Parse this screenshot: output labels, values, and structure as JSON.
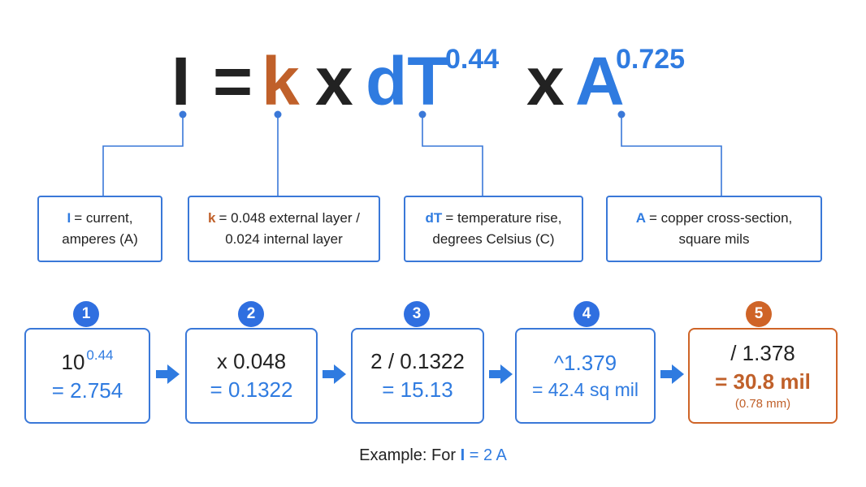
{
  "colors": {
    "blue": "#2f7be0",
    "orange": "#c0602a",
    "dark": "#222222",
    "line": "#3a78d8"
  },
  "formula": {
    "I": "I",
    "eq": "=",
    "k": "k",
    "x1": "x",
    "dT": "dT",
    "exp1": "0.44",
    "x2": "x",
    "A": "A",
    "exp2": "0.725"
  },
  "definitions": [
    {
      "symbol": "I",
      "text1": "= current,",
      "text2": "amperes (A)"
    },
    {
      "symbol": "k",
      "text1": "= 0.048 external layer /",
      "text2": "0.024 internal layer"
    },
    {
      "symbol": "dT",
      "text1": "= temperature rise,",
      "text2": "degrees Celsius (C)"
    },
    {
      "symbol": "A",
      "text1": "=  copper cross-section,",
      "text2": "square mils"
    }
  ],
  "steps": [
    {
      "number": "1",
      "line1": "10",
      "line1_sup": "0.44",
      "line2": "= 2.754"
    },
    {
      "number": "2",
      "line1": "x 0.048",
      "line2": "= 0.1322"
    },
    {
      "number": "3",
      "line1": "2 / 0.1322",
      "line2": "= 15.13"
    },
    {
      "number": "4",
      "line1": "^1.379",
      "line2": "= 42.4 sq mil"
    },
    {
      "number": "5",
      "line1": "/ 1.378",
      "line2": "= 30.8 mil",
      "line3": "(0.78 mm)"
    }
  ],
  "example": {
    "prefix": "Example: For",
    "symbol": "I",
    "suffix": "= 2 A"
  },
  "icons": {
    "arrow": "right-arrow-icon"
  }
}
